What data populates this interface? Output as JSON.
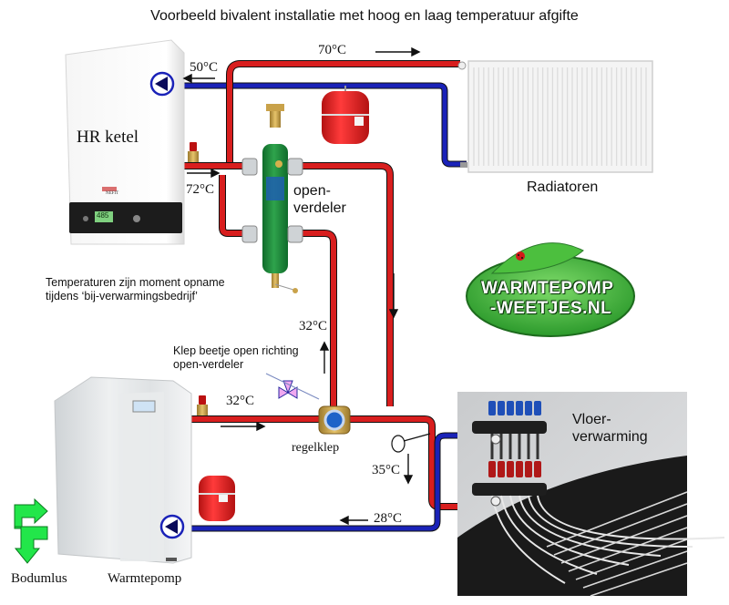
{
  "title": "Voorbeeld bivalent installatie met hoog en laag temperatuur afgifte",
  "components": {
    "boiler": {
      "label": "HR ketel",
      "brand": "NEFIT",
      "display": "485"
    },
    "radiators": {
      "label": "Radiatoren"
    },
    "hydraulic_separator": {
      "label_line1": "open-",
      "label_line2": "verdeler"
    },
    "heat_pump": {
      "label": "Warmtepomp"
    },
    "ground_loop": {
      "label": "Bodumlus"
    },
    "control_valve": {
      "label": "regelklep"
    },
    "floor_heating": {
      "label_line1": "Vloer-",
      "label_line2": "verwarming"
    }
  },
  "temperatures": {
    "boiler_return": "50°C",
    "boiler_supply": "72°C",
    "radiator_supply": "70°C",
    "heatpump_supply": "32°C",
    "riser_to_separator": "32°C",
    "floor_supply": "35°C",
    "floor_return": "28°C"
  },
  "notes": {
    "measurement_line1": "Temperaturen zijn moment opname",
    "measurement_line2": "tijdens ‘bij-verwarmingsbedrijf’",
    "valve_line1": "Klep beetje open richting",
    "valve_line2": "open-verdeler"
  },
  "logo": {
    "line1": "WARMTEPOMP",
    "line2": "-WEETJES.NL"
  },
  "colors": {
    "hot_pipe": "#d81e1e",
    "cold_pipe": "#1a22b8",
    "separator": "#1f8a3c",
    "logo_green": "#3aa83a",
    "ground_arrow": "#22e64a",
    "expansion_vessel": "#e01e1e"
  }
}
